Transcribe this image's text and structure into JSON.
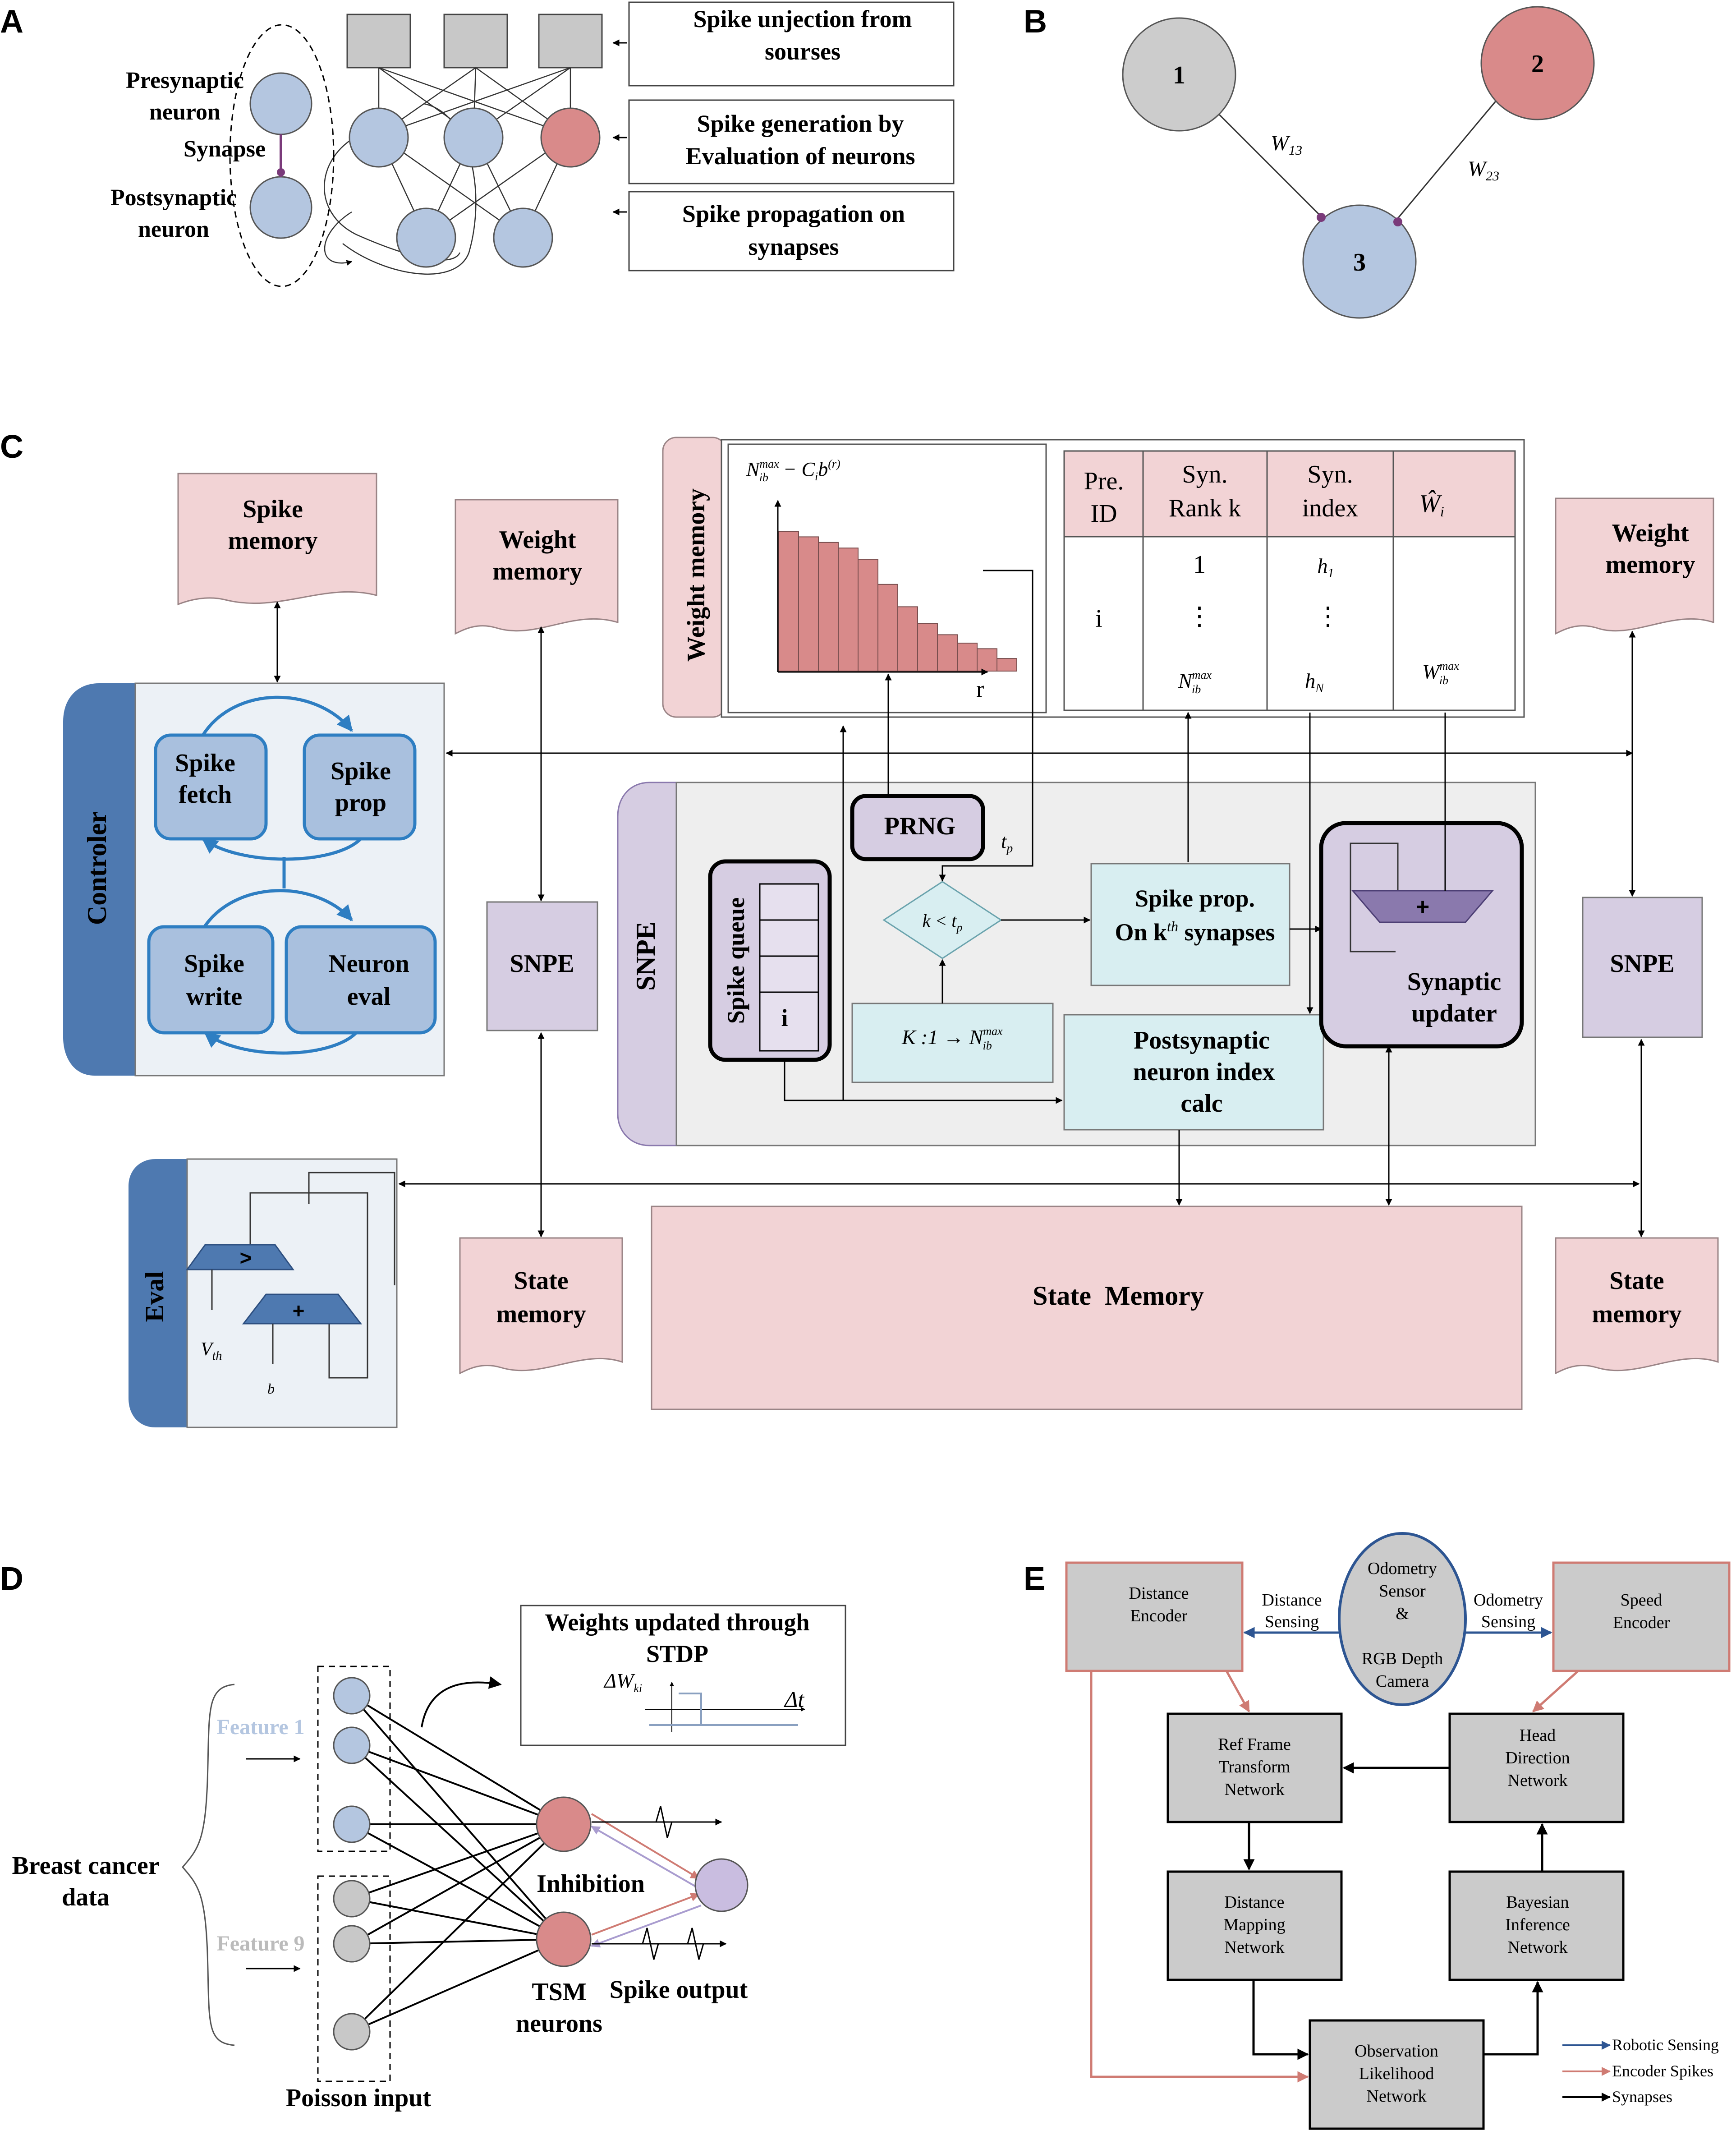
{
  "panel_labels": {
    "a": "A",
    "b": "B",
    "c": "C",
    "d": "D",
    "e": "E"
  },
  "panel_a": {
    "presynaptic": [
      "Presynaptic",
      "neuron"
    ],
    "synapse": "Synapse",
    "postsynaptic": [
      "Postsynaptic",
      "neuron"
    ],
    "box1": [
      "Spike unjection from",
      "sourses"
    ],
    "box2": [
      "Spike generation by",
      "Evaluation of neurons"
    ],
    "box3": [
      "Spike propagation on",
      "synapses"
    ]
  },
  "panel_b": {
    "node1": "1",
    "node2": "2",
    "node3": "3",
    "w13": "W",
    "w13_sub": "13",
    "w23": "W",
    "w23_sub": "23"
  },
  "panel_c": {
    "spike_memory": [
      "Spike",
      "memory"
    ],
    "weight_memory_left": [
      "Weight",
      "memory"
    ],
    "weight_memory_right": [
      "Weight",
      "memory"
    ],
    "weight_memory_vertical": "Weight memory",
    "histogram_label": "N_ib^max − C_ib(r)",
    "histogram_xlabel": "r",
    "histogram_values": [
      10,
      9.6,
      9.2,
      8.8,
      8.0,
      6.2,
      4.6,
      3.4,
      2.6,
      2.0,
      1.6,
      0.9
    ],
    "table_headers": [
      [
        "Pre.",
        "ID"
      ],
      [
        "Syn.",
        "Rank k"
      ],
      [
        "Syn.",
        "index"
      ],
      [
        "Ŵ",
        "i"
      ]
    ],
    "table_row": {
      "pre_id": "i",
      "rank_top": "1",
      "rank_dots": "⋮",
      "rank_bottom": "N",
      "rank_bottom_sup": "max",
      "rank_bottom_sub": "ib",
      "index_top": "h",
      "index_top_sub": "1",
      "index_dots": "⋮",
      "index_bottom": "h",
      "index_bottom_sub": "N",
      "w_bottom": "W",
      "w_bottom_sup": "max",
      "w_bottom_sub": "ib"
    },
    "controller": "Controler",
    "spike_fetch": [
      "Spike",
      "fetch"
    ],
    "spike_prop": [
      "Spike",
      "prop"
    ],
    "spike_write": [
      "Spike",
      "write"
    ],
    "neuron_eval": [
      "Neuron",
      "eval"
    ],
    "snpe_left": "SNPE",
    "snpe_right": "SNPE",
    "snpe_vertical": "SNPE",
    "spike_queue": "Spike queue",
    "queue_i": "i",
    "prng": "PRNG",
    "tp": "t",
    "tp_sub": "p",
    "compare": "k < t",
    "compare_sub": "p",
    "k_range": "K :1 → N",
    "k_range_sup": "max",
    "k_range_sub": "ib",
    "spike_prop_kth": [
      "Spike prop.",
      "On k",
      "th",
      " synapses"
    ],
    "synaptic_updater": [
      "Synaptic",
      "updater"
    ],
    "post_index_calc": [
      "Postsynaptic",
      "neuron index",
      "calc"
    ],
    "eval": "Eval",
    "gt": ">",
    "plus": "+",
    "vth": "V",
    "vth_sub": "th",
    "b": "b",
    "state_memory_left": [
      "State",
      "memory"
    ],
    "state_memory_right": [
      "State",
      "memory"
    ],
    "state_memory_main": "State  Memory"
  },
  "panel_d": {
    "stdp_title": [
      "Weights updated through",
      "STDP"
    ],
    "delta_w": "ΔW",
    "delta_w_sub": "ki",
    "delta_t": "Δt",
    "feature1": "Feature 1",
    "feature9": "Feature 9",
    "breast": [
      "Breast cancer",
      "data"
    ],
    "inhibition": "Inhibition",
    "tsm": [
      "TSM",
      "neurons"
    ],
    "spike_output": "Spike output",
    "poisson": "Poisson input"
  },
  "panel_e": {
    "distance_encoder": [
      "Distance",
      "Encoder"
    ],
    "speed_encoder": [
      "Speed",
      "Encoder"
    ],
    "odometry": [
      "Odometry",
      "Sensor",
      "&",
      "RGB Depth",
      "Camera"
    ],
    "distance_sensing": [
      "Distance",
      "Sensing"
    ],
    "odometry_sensing": [
      "Odometry",
      "Sensing"
    ],
    "ref_frame": [
      "Ref Frame",
      "Transform",
      "Network"
    ],
    "head_direction": [
      "Head",
      "Direction",
      "Network"
    ],
    "distance_mapping": [
      "Distance",
      "Mapping",
      "Network"
    ],
    "bayesian": [
      "Bayesian",
      "Inference",
      "Network"
    ],
    "observation": [
      "Observation",
      "Likelihood",
      "Network"
    ],
    "legend": [
      "Robotic Sensing",
      "Encoder Spikes",
      "Synapses"
    ]
  },
  "colors": {
    "pink_fill": "#f2d3d5",
    "pink_stroke": "#c9a0a3",
    "blue_neuron": "#b4c6e0",
    "red_neuron": "#d98a8a",
    "gray_box": "#c8c8c8",
    "ctrl_dark": "#4e79b0",
    "ctrl_fill": "#ecf1f6",
    "ctrl_node": "#a9c0de",
    "ctrl_stroke": "#2e7ec2",
    "purple_fill": "#d6cde2",
    "purple_dark": "#8a79ad",
    "cyan_fill": "#d8eef1",
    "hist_bar": "#d88a8a",
    "e_gray": "#cbcbcb",
    "e_red": "#cf7b73",
    "e_blue": "#2d5592"
  }
}
